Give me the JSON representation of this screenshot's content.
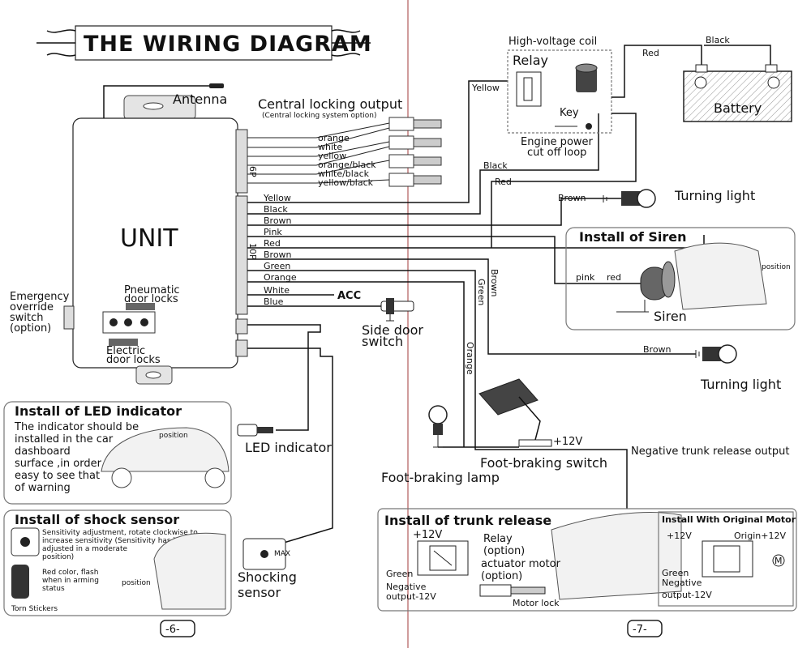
{
  "title": "THE WIRING DIAGRAM",
  "antenna": "Antenna",
  "unit": "UNIT",
  "central_locking": {
    "title": "Central locking output",
    "subtitle": "(Central locking system option)",
    "wires": [
      "orange",
      "white",
      "yellow",
      "orange/black",
      "white/black",
      "yellow/black"
    ]
  },
  "connectors": {
    "six_pin": "6P",
    "ten_pin": "10P"
  },
  "ten_pin_wires": [
    "Yellow",
    "Black",
    "Brown",
    "Pink",
    "Red",
    "Brown",
    "Green",
    "Orange",
    "White",
    "Blue"
  ],
  "acc": "ACC",
  "unit_labels": {
    "pneumatic": [
      "Pneumatic",
      "door locks"
    ],
    "electric": [
      "Electric",
      "door locks"
    ],
    "emergency": [
      "Emergency",
      "override",
      "switch",
      "(option)"
    ]
  },
  "side_door": [
    "Side door",
    "switch"
  ],
  "relay_box": {
    "coil": "High-voltage coil",
    "relay": "Relay",
    "key": "Key",
    "loop": [
      "Engine power",
      "cut off loop"
    ],
    "yellow": "Yellow",
    "black": "Black",
    "red": "Red"
  },
  "battery": {
    "label": "Battery",
    "black": "Black",
    "red": "Red"
  },
  "turning_light": "Turning light",
  "brown": "Brown",
  "green": "Green",
  "orange": "Orange",
  "siren": {
    "title": "Install of Siren",
    "pink": "pink",
    "red": "red",
    "label": "Siren",
    "position": "position"
  },
  "led": {
    "title": "Install of LED indicator",
    "desc": [
      "The indicator should be",
      "installed in the car",
      "dashboard",
      "surface ,in order",
      "easy to see that",
      "of warning"
    ],
    "position": "position",
    "label": "LED indicator"
  },
  "shock": {
    "title": "Install of shock sensor",
    "desc": [
      "Sensitivity adjustment, rotate clockwise to",
      "increase sensitivity (Sensitivity has been",
      "adjusted in a moderate",
      "position)"
    ],
    "flash": [
      "Red color, flash",
      "when in arming",
      "status"
    ],
    "torn": "Torn Stickers",
    "position": "position",
    "label": [
      "Shocking",
      "sensor"
    ],
    "max": "MAX"
  },
  "foot": {
    "plus12": "+12V",
    "switch": "Foot-braking switch",
    "lamp": "Foot-braking lamp"
  },
  "neg_trunk": "Negative trunk release output",
  "trunk": {
    "title": "Install of trunk release",
    "plus12": "+12V",
    "relay": [
      "Relay",
      "(option)"
    ],
    "actuator": [
      "actuator motor",
      "(option)"
    ],
    "green": "Green",
    "negative": [
      "Negative",
      "output-12V"
    ],
    "motor_lock": "Motor lock"
  },
  "orig_motor": {
    "title": "Install With Original Motor",
    "plus12": "+12V",
    "origin": "Origin+12V",
    "green": "Green",
    "negative": [
      "Negative",
      "output-12V"
    ],
    "m": "M"
  },
  "pages": [
    "-6-",
    "-7-"
  ],
  "colors": {
    "divider": "#b05a5a",
    "ink": "#111111",
    "panel_border": "#777777"
  }
}
